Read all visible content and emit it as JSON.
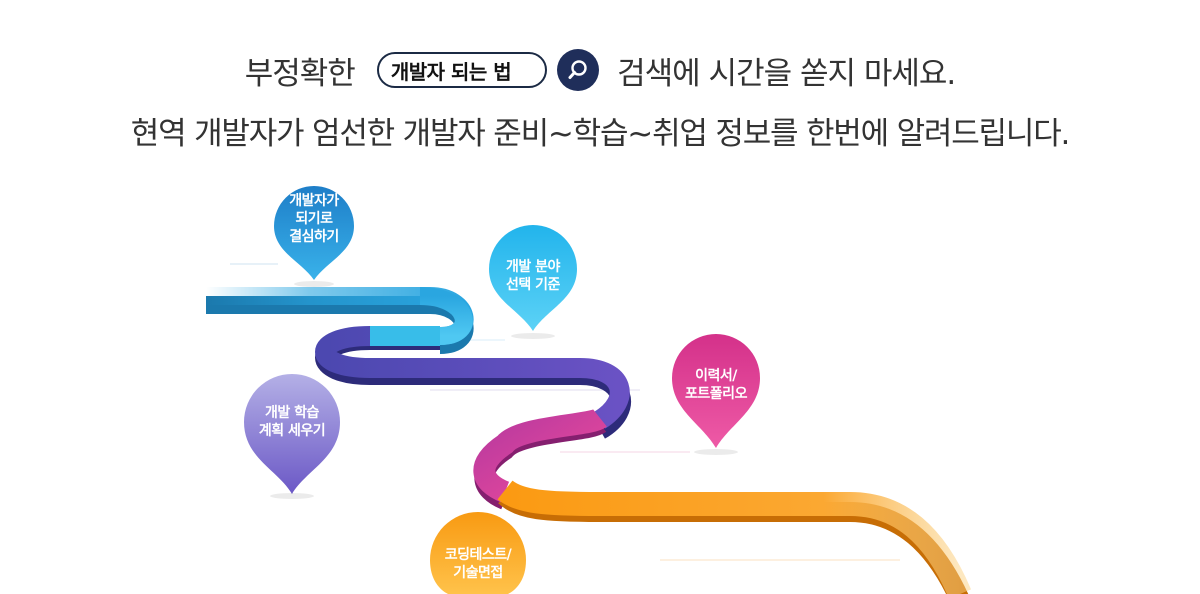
{
  "headline": {
    "prefix": "부정확한",
    "search_query": "개발자 되는 법",
    "suffix": "검색에 시간을 쏟지 마세요.",
    "subline": "현역 개발자가 엄선한 개발자 준비~학습~취업 정보를 한번에 알려드립니다."
  },
  "icons": {
    "search": "search-icon"
  },
  "colors": {
    "blue": "#2aa6e0",
    "cyan": "#35c4f0",
    "purple": "#5a4fb8",
    "pink": "#e83e96",
    "orange": "#fb9a12",
    "navy": "#1f2e5a"
  },
  "milestones": [
    {
      "line1": "개발자가",
      "line2": "되기로",
      "line3": "결심하기"
    },
    {
      "line1": "개발 분야",
      "line2": "선택 기준"
    },
    {
      "line1": "이력서/",
      "line2": "포트폴리오"
    },
    {
      "line1": "개발 학습",
      "line2": "계획 세우기"
    },
    {
      "line1": "코딩테스트/",
      "line2": "기술면접"
    }
  ]
}
